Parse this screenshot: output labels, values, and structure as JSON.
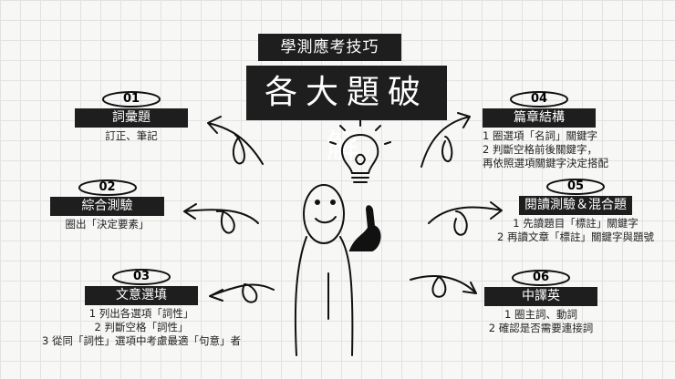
{
  "header": {
    "subtitle": "學測應考技巧",
    "title": "各大題破解"
  },
  "sections": [
    {
      "number": "01",
      "title": "詞彙題",
      "lines": [
        "訂正、筆記"
      ]
    },
    {
      "number": "02",
      "title": "綜合測驗",
      "lines": [
        "圈出「決定要素」"
      ]
    },
    {
      "number": "03",
      "title": "文意選填",
      "lines": [
        "1 列出各選項「詞性」",
        "2 判斷空格「詞性」",
        "3 從同「詞性」選項中考慮最適「句意」者"
      ]
    },
    {
      "number": "04",
      "title": "篇章結構",
      "lines": [
        "1 圈選項「名詞」關鍵字",
        "2 判斷空格前後關鍵字，",
        "再依照選項關鍵字決定搭配"
      ]
    },
    {
      "number": "05",
      "title": "閱讀測驗＆混合題",
      "lines": [
        "1 先讀題目「標註」關鍵字",
        "2 再讀文章「標註」關鍵字與題號"
      ]
    },
    {
      "number": "06",
      "title": "中譯英",
      "lines": [
        "1 圈主詞、動詞",
        "2 確認是否需要連接詞"
      ]
    }
  ]
}
